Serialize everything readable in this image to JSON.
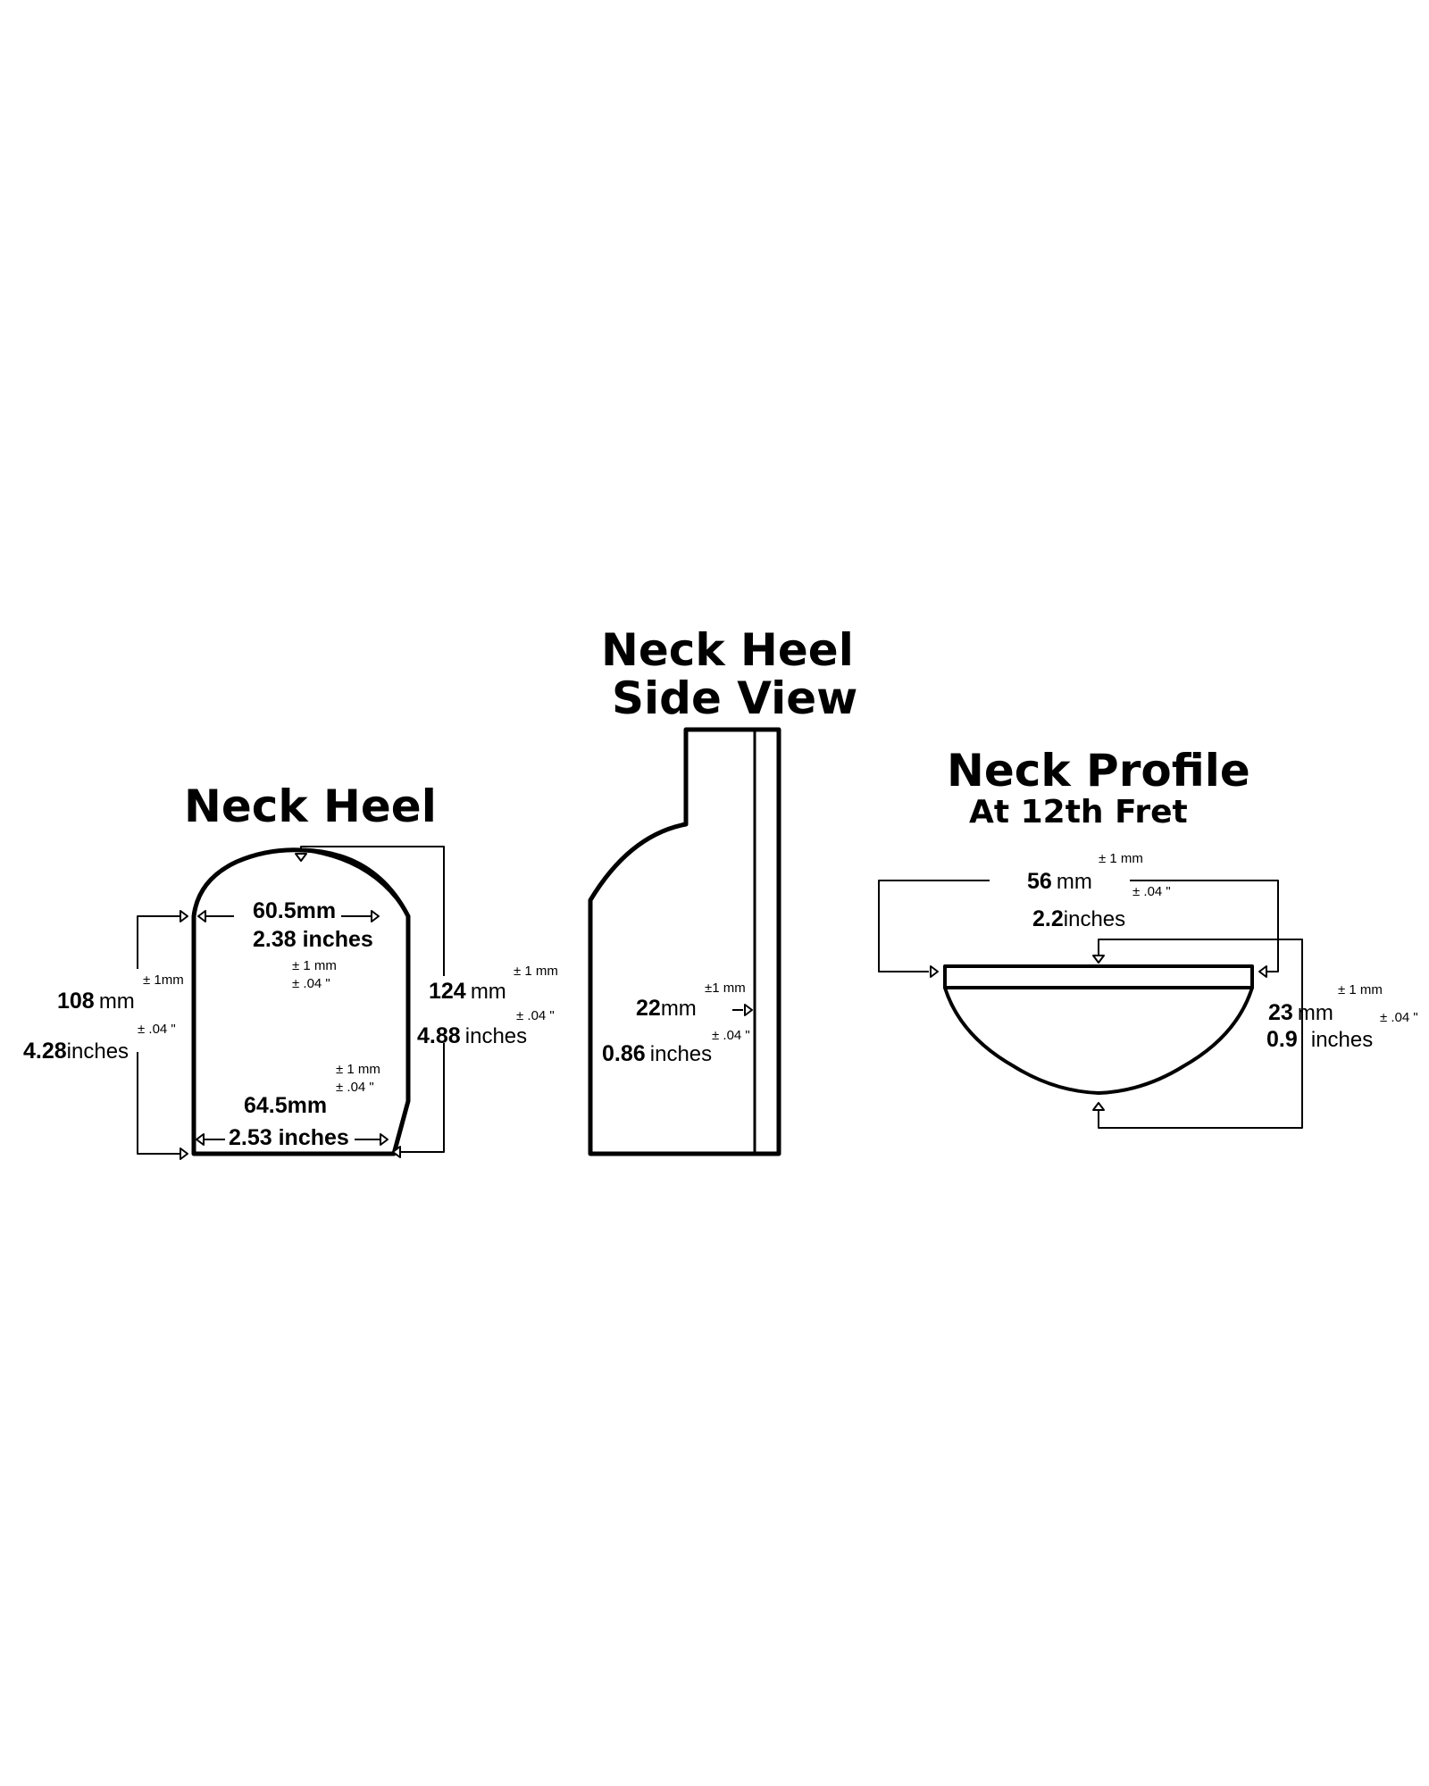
{
  "neck_heel": {
    "title": "Neck Heel",
    "top_width": {
      "value": "60.5mm",
      "inches": "2.38 inches",
      "tol_mm": "± 1 mm",
      "tol_in": "± .04 \""
    },
    "bottom_width": {
      "value": "64.5mm",
      "inches": "2.53 inches",
      "tol_mm": "± 1 mm",
      "tol_in": "± .04 \""
    },
    "left_height": {
      "value": "108",
      "unit": "mm",
      "inches_value": "4.28",
      "inches_unit": "inches",
      "tol_mm": "± 1mm",
      "tol_in": "± .04 \""
    },
    "right_height": {
      "value": "124",
      "unit": "mm",
      "inches_value": "4.88",
      "inches_unit": "inches",
      "tol_mm": "± 1 mm",
      "tol_in": "± .04 \""
    }
  },
  "side_view": {
    "title_line1": "Neck Heel",
    "title_line2": "Side View",
    "thickness": {
      "value": "22",
      "unit": "mm",
      "inches_value": "0.86",
      "inches_unit": "inches",
      "tol_mm": "±1 mm",
      "tol_in": "± .04 \""
    }
  },
  "neck_profile": {
    "title": "Neck Profile",
    "subtitle": "At 12th Fret",
    "width": {
      "value": "56",
      "unit": "mm",
      "inches_value": "2.2",
      "inches_unit": "inches",
      "tol_mm": "± 1 mm",
      "tol_in": "± .04 \""
    },
    "depth": {
      "value": "23",
      "unit": "mm",
      "inches_value": "0.9",
      "inches_unit": "inches",
      "tol_mm": "± 1 mm",
      "tol_in": "± .04 \""
    }
  }
}
